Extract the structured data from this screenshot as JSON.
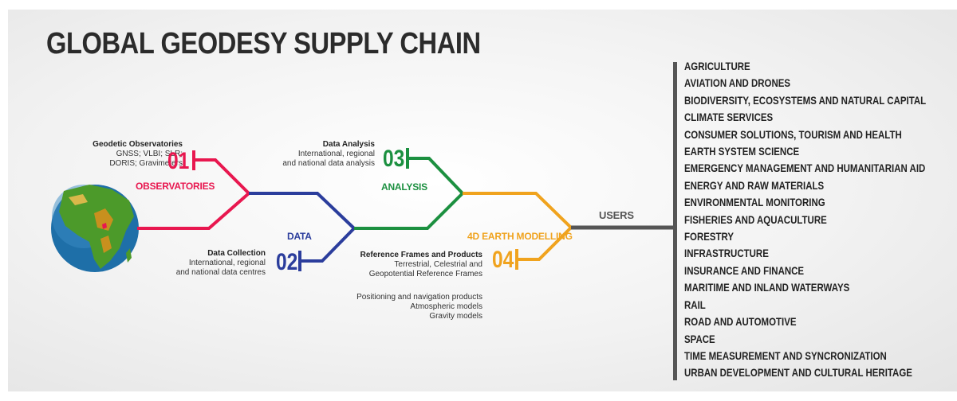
{
  "title": "GLOBAL GEODESY SUPPLY CHAIN",
  "colors": {
    "observatories": "#e8174f",
    "data": "#2b3d9c",
    "analysis": "#1c9040",
    "modelling": "#f0a31e",
    "users": "#555555"
  },
  "stages": {
    "observatories": {
      "number": "01",
      "label": "OBSERVATORIES",
      "heading": "Geodetic Observatories",
      "lines": [
        "GNSS; VLBI; SLR;",
        "DORIS; Gravimeters"
      ]
    },
    "data": {
      "number": "02",
      "label": "DATA",
      "heading": "Data Collection",
      "lines": [
        "International, regional",
        "and national data centres"
      ]
    },
    "analysis": {
      "number": "03",
      "label": "ANALYSIS",
      "heading": "Data Analysis",
      "lines": [
        "International, regional",
        "and national data analysis"
      ]
    },
    "modelling": {
      "number": "04",
      "label": "4D EARTH MODELLING",
      "heading": "Reference Frames and Products",
      "lines": [
        "Terrestrial, Celestrial and",
        "Geopotential Reference Frames"
      ],
      "extra": [
        "Positioning and navigation products",
        "Atmospheric models",
        "Gravity models"
      ]
    }
  },
  "users_label": "USERS",
  "users": [
    "AGRICULTURE",
    "AVIATION AND DRONES",
    "BIODIVERSITY, ECOSYSTEMS AND NATURAL CAPITAL",
    "CLIMATE SERVICES",
    "CONSUMER SOLUTIONS, TOURISM AND HEALTH",
    "EARTH SYSTEM SCIENCE",
    "EMERGENCY MANAGEMENT AND HUMANITARIAN AID",
    "ENERGY AND RAW MATERIALS",
    "ENVIRONMENTAL MONITORING",
    "FISHERIES AND AQUACULTURE",
    "FORESTRY",
    "INFRASTRUCTURE",
    "INSURANCE AND FINANCE",
    "MARITIME AND INLAND WATERWAYS",
    "RAIL",
    "ROAD AND AUTOMOTIVE",
    "SPACE",
    "TIME MEASUREMENT AND SYNCRONIZATION",
    "URBAN DEVELOPMENT AND CULTURAL HERITAGE"
  ]
}
